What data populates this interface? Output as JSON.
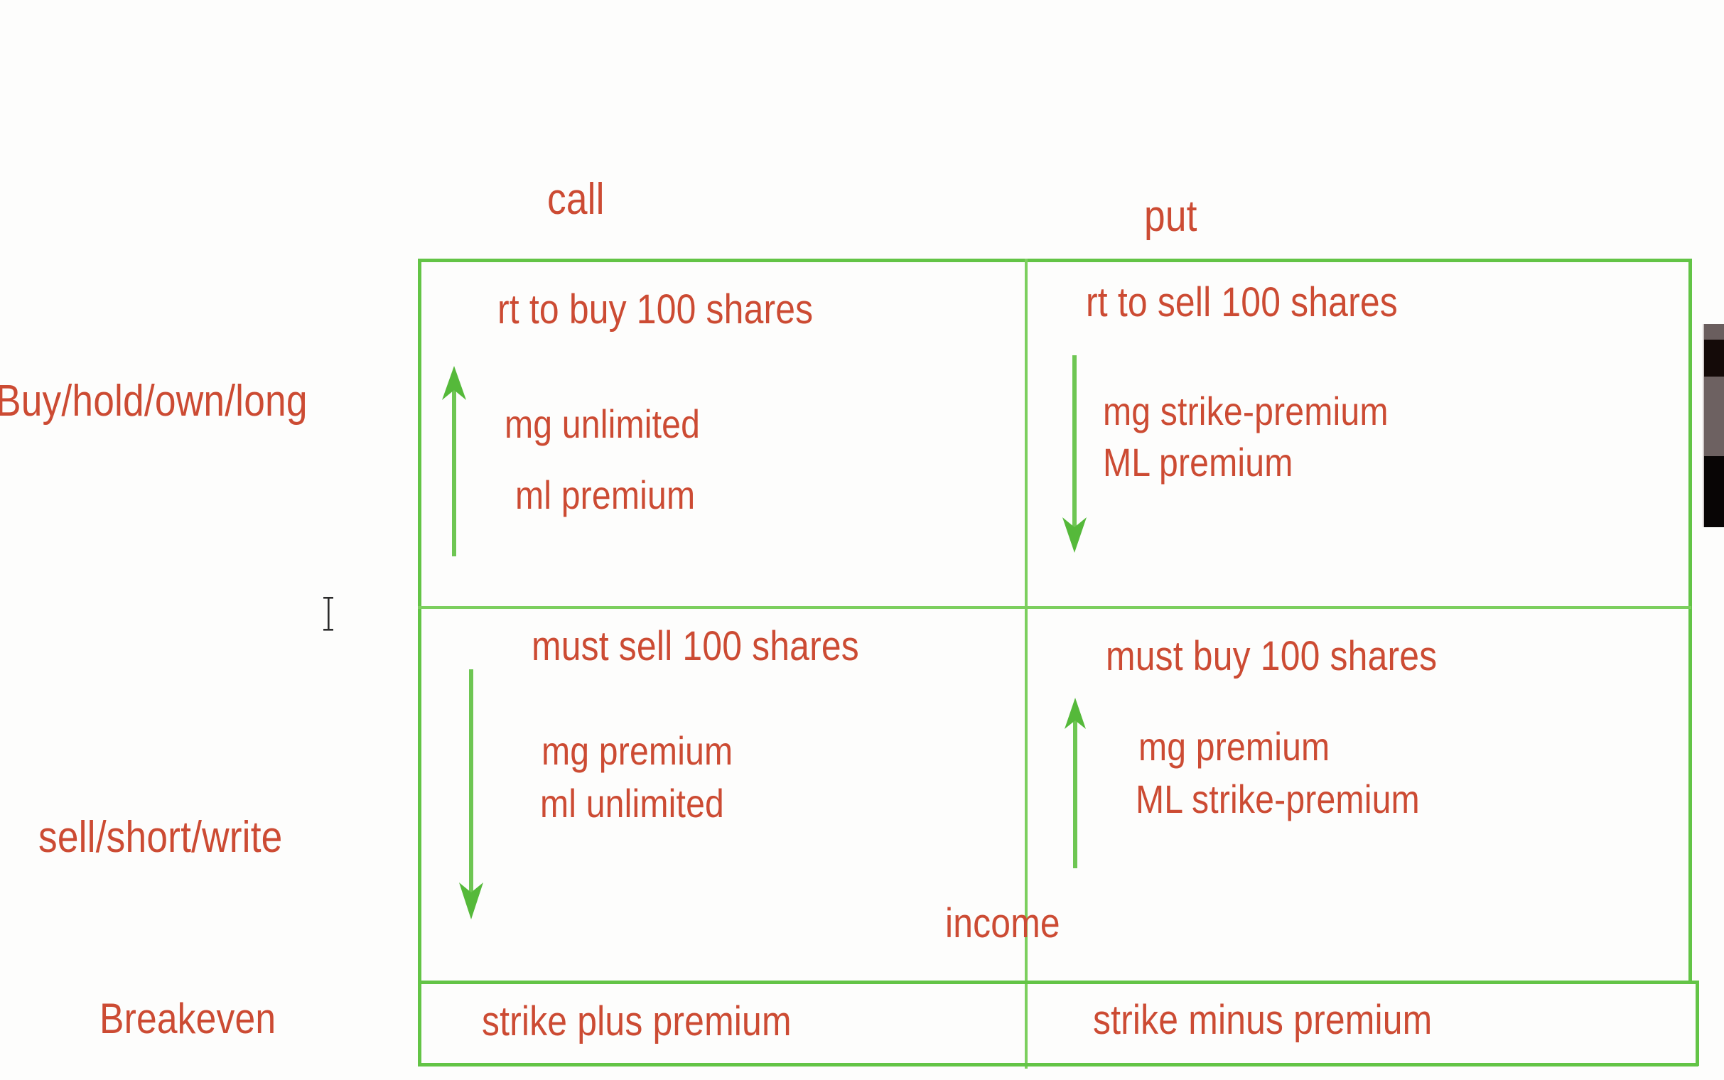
{
  "theme": {
    "text_color": "#cc4b33",
    "grid_color": "#63c446",
    "background": "#fdfdfc"
  },
  "matrix": {
    "column_headers": [
      {
        "id": "call",
        "label": "call"
      },
      {
        "id": "put",
        "label": "put"
      }
    ],
    "row_headers": [
      {
        "id": "long",
        "label": "Buy/hold/own/long"
      },
      {
        "id": "short",
        "label": "sell/short/write"
      },
      {
        "id": "breakeven",
        "label": "Breakeven"
      }
    ],
    "cells": {
      "long_call": {
        "title": "rt to buy 100 shares",
        "lines": [
          "mg  unlimited",
          "ml  premium"
        ],
        "arrow": "up-arrow-icon"
      },
      "long_put": {
        "title": "rt to sell 100 shares",
        "lines": [
          "mg strike-premium",
          "ML premium"
        ],
        "arrow": "down-arrow-icon"
      },
      "short_call": {
        "title": "must sell 100 shares",
        "lines": [
          "mg premium",
          "ml  unlimited"
        ],
        "arrow": "down-arrow-icon"
      },
      "short_put": {
        "title": "must buy 100 shares",
        "lines": [
          "mg  premium",
          "ML strike-premium"
        ],
        "arrow": "up-arrow-icon"
      },
      "breakeven_call": {
        "title": "strike plus premium"
      },
      "breakeven_put": {
        "title": "strike minus premium"
      }
    },
    "annotations": [
      {
        "id": "income",
        "label": "income"
      }
    ]
  }
}
